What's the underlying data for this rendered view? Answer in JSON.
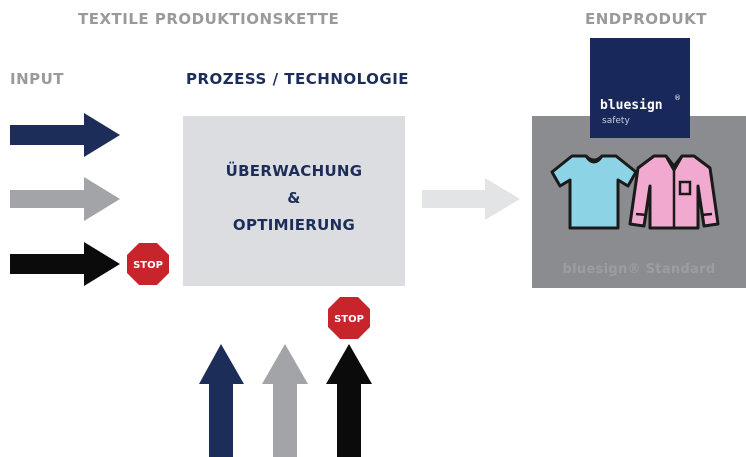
{
  "headers": {
    "chain_title": "TEXTILE PRODUKTIONSKETTE",
    "end_product": "ENDPRODUKT",
    "input": "INPUT",
    "process": "PROZESS / TECHNOLOGIE"
  },
  "process_box": {
    "line1": "ÜBERWACHUNG",
    "line2": "&",
    "line3": "OPTIMIERUNG"
  },
  "end_product_box": {
    "standard_label": "bluesign® Standard"
  },
  "logo": {
    "brand": "bluesign",
    "reg_mark": "®",
    "sub": "safety"
  },
  "stop_signs": [
    "STOP",
    "STOP"
  ],
  "colors": {
    "navy": "#1d2d5a",
    "gray_arrow": "#a3a4a8",
    "black_arrow": "#0b0b0b",
    "light_arrow": "#e3e4e6",
    "stop_red": "#c8242b",
    "process_box": "#dcdde0",
    "end_box": "#8b8c90",
    "tshirt": "#8dd3e6",
    "shirt": "#f2a9d0"
  },
  "icons": [
    "stop-sign-icon",
    "tshirt-icon",
    "dress-shirt-icon",
    "bluesign-logo"
  ]
}
